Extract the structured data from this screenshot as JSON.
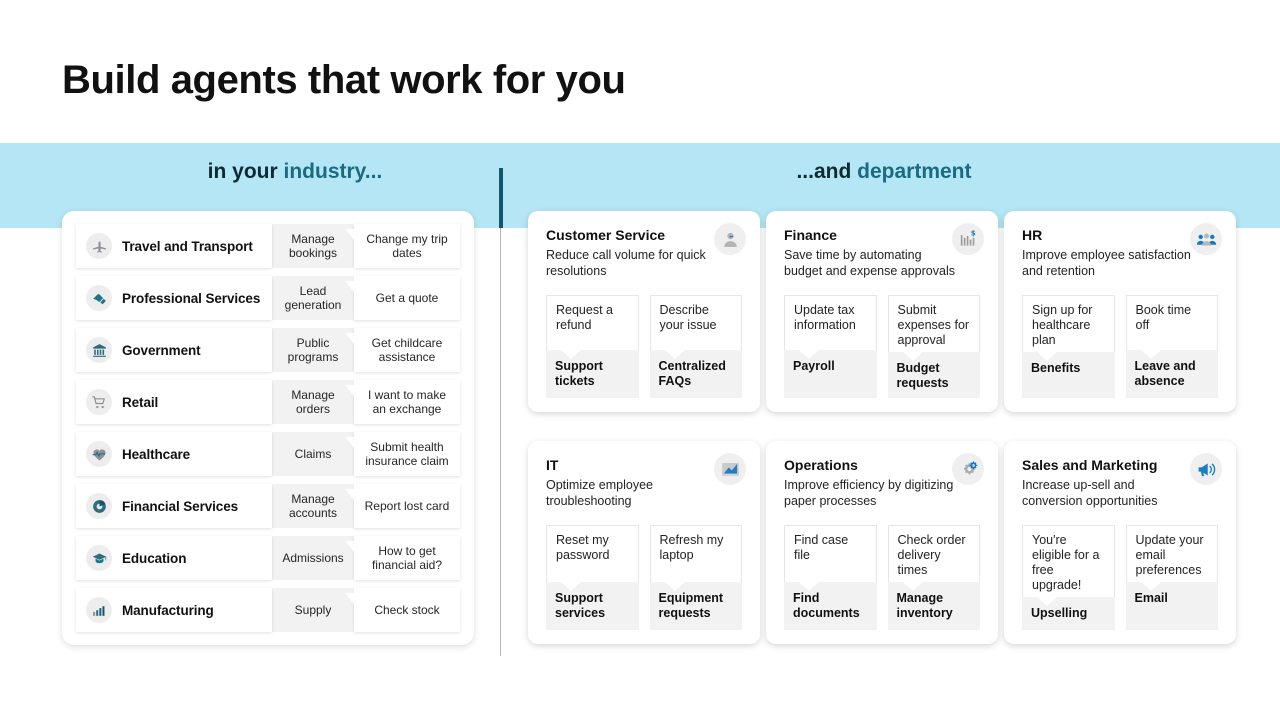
{
  "page_title": "Build agents that work for you",
  "headers": {
    "industry_prefix": "in your ",
    "industry_accent": "industry...",
    "department_prefix": "...and ",
    "department_accent": "department"
  },
  "industries": [
    {
      "icon": "airplane-icon",
      "name": "Travel and Transport",
      "topic": "Manage bookings",
      "query": "Change my trip dates"
    },
    {
      "icon": "handshake-icon",
      "name": "Professional Services",
      "topic": "Lead generation",
      "query": "Get a quote"
    },
    {
      "icon": "bank-icon",
      "name": "Government",
      "topic": "Public programs",
      "query": "Get childcare assistance"
    },
    {
      "icon": "shopping-cart-icon",
      "name": "Retail",
      "topic": "Manage orders",
      "query": "I want to make an exchange"
    },
    {
      "icon": "heart-pulse-icon",
      "name": "Healthcare",
      "topic": "Claims",
      "query": "Submit health insurance claim"
    },
    {
      "icon": "donut-chart-icon",
      "name": "Financial Services",
      "topic": "Manage accounts",
      "query": "Report lost card"
    },
    {
      "icon": "graduation-cap-icon",
      "name": "Education",
      "topic": "Admissions",
      "query": "How to get financial aid?"
    },
    {
      "icon": "bar-chart-icon",
      "name": "Manufacturing",
      "topic": "Supply",
      "query": "Check stock"
    }
  ],
  "departments": [
    {
      "badge": "person-headset-icon",
      "title": "Customer Service",
      "subtitle": "Reduce call volume for quick resolutions",
      "subcards": [
        {
          "query": "Request a refund",
          "topic": "Support tickets"
        },
        {
          "query": "Describe your issue",
          "topic": "Centralized FAQs"
        }
      ]
    },
    {
      "badge": "finance-chart-dollar-icon",
      "title": "Finance",
      "subtitle": "Save time by automating budget and expense approvals",
      "subcards": [
        {
          "query": "Update tax information",
          "topic": "Payroll"
        },
        {
          "query": "Submit expenses for approval",
          "topic": "Budget requests"
        }
      ]
    },
    {
      "badge": "people-group-icon",
      "title": "HR",
      "subtitle": "Improve employee satisfaction and retention",
      "subcards": [
        {
          "query": "Sign up for healthcare plan",
          "topic": "Benefits"
        },
        {
          "query": "Book time off",
          "topic": "Leave and absence"
        }
      ]
    },
    {
      "badge": "trend-chart-icon",
      "title": "IT",
      "subtitle": "Optimize employee troubleshooting",
      "subcards": [
        {
          "query": "Reset my password",
          "topic": "Support services"
        },
        {
          "query": "Refresh my laptop",
          "topic": "Equipment requests"
        }
      ]
    },
    {
      "badge": "gears-icon",
      "title": "Operations",
      "subtitle": "Improve efficiency by digitizing paper processes",
      "subcards": [
        {
          "query": "Find case file",
          "topic": "Find documents"
        },
        {
          "query": "Check order delivery times",
          "topic": "Manage inventory"
        }
      ]
    },
    {
      "badge": "megaphone-icon",
      "title": "Sales and Marketing",
      "subtitle": "Increase up-sell and conversion opportunities",
      "subcards": [
        {
          "query": "You're eligible for a free upgrade!",
          "topic": "Upselling"
        },
        {
          "query": "Update your email preferences",
          "topic": "Email"
        }
      ]
    }
  ],
  "colors": {
    "band": "#b5e6f5",
    "accent_text": "#1a6b82",
    "divider": "#14566a",
    "topic_tile": "#f2f2f2"
  }
}
